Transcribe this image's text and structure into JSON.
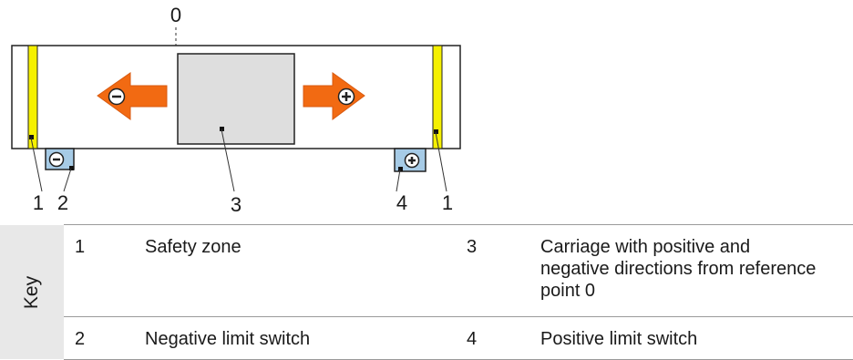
{
  "diagram": {
    "reference_label": "0",
    "callouts": {
      "left_safety": "1",
      "neg_switch": "2",
      "carriage": "3",
      "pos_switch": "4",
      "right_safety": "1"
    },
    "colors": {
      "safety_zone": "#f5f000",
      "arrow": "#f26a12",
      "carriage": "#dedede",
      "limit_switch": "#a6cbe6"
    }
  },
  "key": {
    "title": "Key",
    "rows": [
      [
        {
          "num": "1",
          "text": "Safety zone"
        },
        {
          "num": "3",
          "text": "Carriage with positive and negative directions from reference point 0"
        }
      ],
      [
        {
          "num": "2",
          "text": "Negative limit switch"
        },
        {
          "num": "4",
          "text": "Positive limit switch"
        }
      ]
    ]
  }
}
